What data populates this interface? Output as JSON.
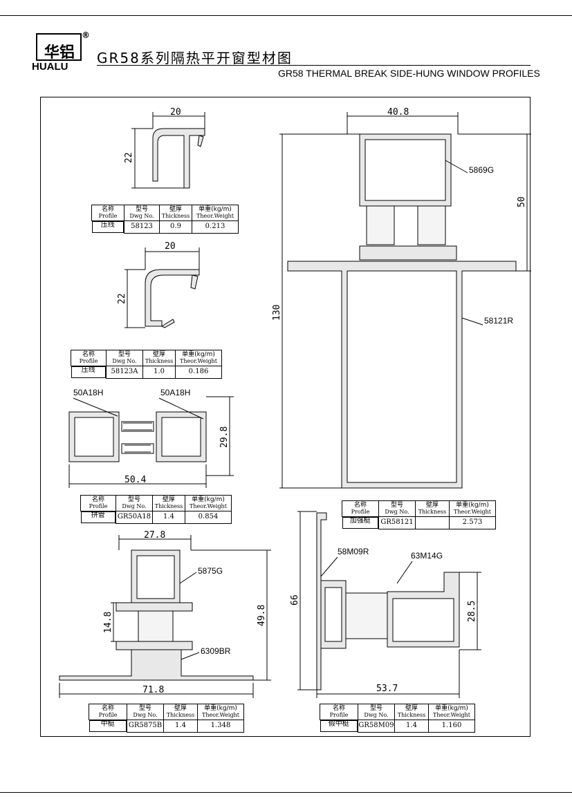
{
  "header": {
    "logo_cn": "华铝",
    "logo_en": "HUALU",
    "registered": "®",
    "title_cn": "GR58系列隔热平开窗型材图",
    "title_en": "GR58 THERMAL BREAK SIDE-HUNG WINDOW PROFILES"
  },
  "table_headers": {
    "name_cn": "名称",
    "name_en": "Profile",
    "dwg_cn": "型号",
    "dwg_en": "Dwg No.",
    "thick_cn": "壁厚",
    "thick_en": "Thickness",
    "weight_cn": "单重(kg/m)",
    "weight_en": "Theor.Weight"
  },
  "specs": [
    {
      "name": "压线",
      "dwg": "58123",
      "thickness": "0.9",
      "weight": "0.213"
    },
    {
      "name": "压线",
      "dwg": "58123A",
      "thickness": "1.0",
      "weight": "0.186"
    },
    {
      "name": "拼管",
      "dwg": "GR50A18",
      "thickness": "1.4",
      "weight": "0.854"
    },
    {
      "name": "加强梃",
      "dwg": "GR58121",
      "thickness": "",
      "weight": "2.573"
    },
    {
      "name": "中梃",
      "dwg": "GR5875B",
      "thickness": "1.4",
      "weight": "1.348"
    },
    {
      "name": "假中梃",
      "dwg": "GR58M09",
      "thickness": "1.4",
      "weight": "1.160"
    }
  ],
  "dims": {
    "p1_w": "20",
    "p1_h": "22",
    "p2_w": "20",
    "p2_h": "22",
    "p3_w": "50.4",
    "p3_h": "29.8",
    "p4_w": "40.8",
    "p4_h": "50",
    "p4_total": "130",
    "p5_top": "27.8",
    "p5_w": "71.8",
    "p5_h": "49.8",
    "p5_mid": "14.8",
    "p6_w": "53.7",
    "p6_h": "66",
    "p6_h2": "28.5"
  },
  "labels": {
    "p3_left": "50A18H",
    "p3_right": "50A18H",
    "p4_upper": "5869G",
    "p4_lower": "58121R",
    "p5_upper": "5875G",
    "p5_lower": "6309BR",
    "p6_left": "58M09R",
    "p6_right": "63M14G"
  }
}
